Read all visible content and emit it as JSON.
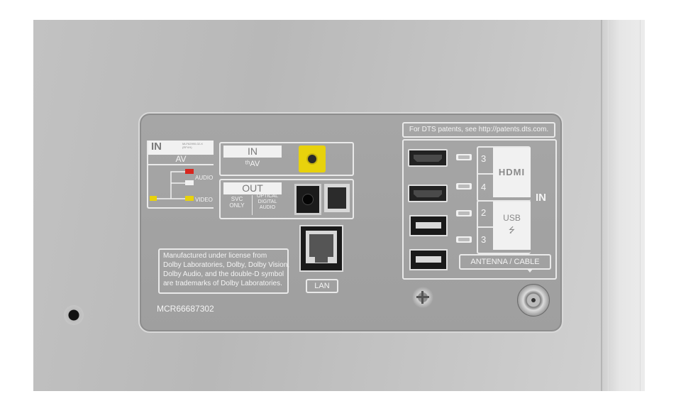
{
  "panel": {
    "in_av": {
      "in_label": "IN",
      "av_label": "AV",
      "fine_print": "MLF62990-02-X (RFVH)",
      "audio_label": "AUDIO",
      "video_label": "VIDEO"
    },
    "in_box": {
      "in_label": "IN",
      "av_label": "ᵗʰAV"
    },
    "out_box": {
      "out_label": "OUT",
      "svc_line1": "SVC",
      "svc_line2": "ONLY",
      "optical_line1": "OPTICAL",
      "optical_line2": "DIGITAL",
      "optical_line3": "AUDIO"
    },
    "lan_label": "LAN",
    "dolby_notice": [
      "Manufactured under license from",
      "Dolby Laboratories, Dolby, Dolby Vision,",
      "Dolby Audio, and the double-D symbol",
      "are trademarks of Dolby Laboratories."
    ],
    "model_number": "MCR66687302",
    "dts_notice": "For DTS patents, see http://patents.dts.com.",
    "hdmi": {
      "label": "HDMI",
      "ports": [
        "3",
        "4"
      ]
    },
    "usb": {
      "label": "USB",
      "symbol": "⭍",
      "ports": [
        "2",
        "3"
      ]
    },
    "in_side_label": "IN",
    "antenna_label": "ANTENNA / CABLE"
  },
  "colors": {
    "panel": "#a3a3a3",
    "casing": "#bfbfbf",
    "label_white": "#f1f1f1",
    "av_red": "#d8261e",
    "av_yellow": "#e8d20c"
  }
}
